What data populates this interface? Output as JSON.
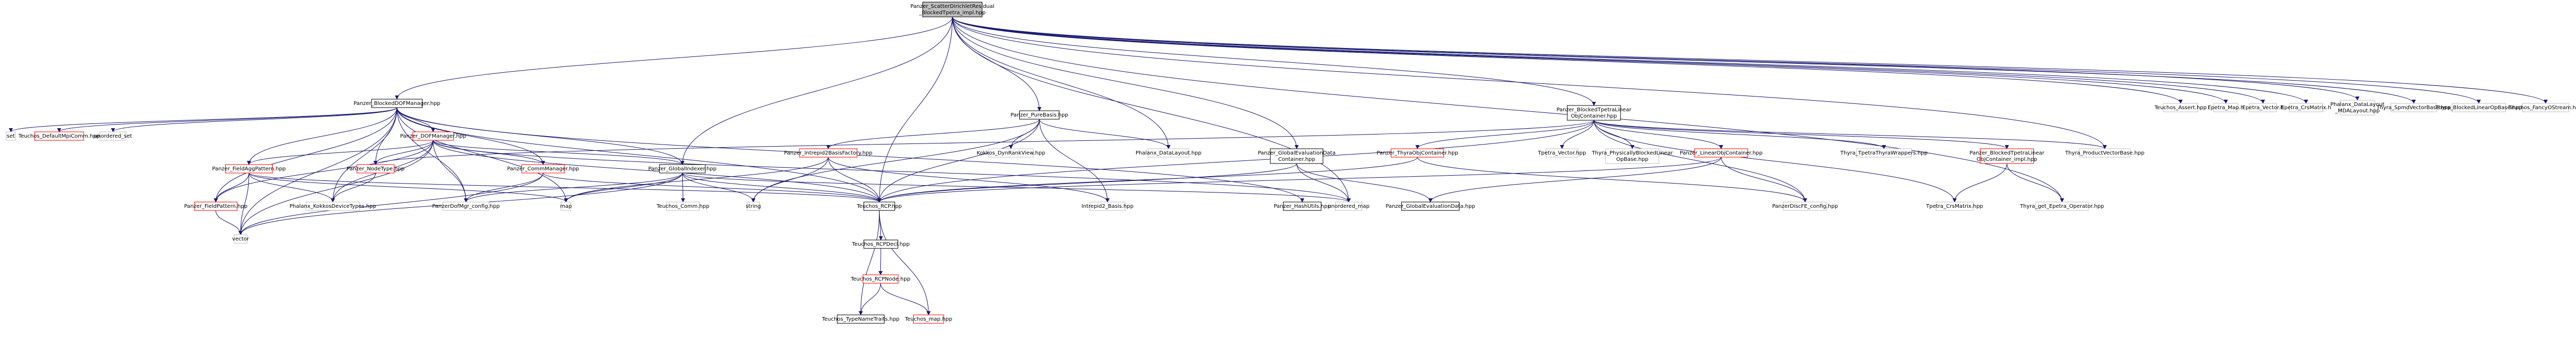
{
  "colors": {
    "root_fill": "#bfbfbf",
    "documented_border": "#000000",
    "undocumented_border": "#bfbfbf",
    "unavailable_border": "#ff0000",
    "node_fill": "#ffffff",
    "edge": "#191970",
    "text": "#000000"
  },
  "nodes": [
    {
      "id": "root",
      "lines": [
        "Panzer_ScatterDirichletResidual",
        "_BlockedTpetra_impl.hpp"
      ],
      "kind": "root"
    },
    {
      "id": "blockeddof",
      "lines": [
        "Panzer_BlockedDOFManager.hpp"
      ],
      "kind": "documented"
    },
    {
      "id": "set",
      "lines": [
        "set"
      ],
      "kind": "undocumented"
    },
    {
      "id": "defaultmpi",
      "lines": [
        "Teuchos_DefaultMpiComm.hpp"
      ],
      "kind": "unavailable"
    },
    {
      "id": "unordset",
      "lines": [
        "unordered_set"
      ],
      "kind": "undocumented"
    },
    {
      "id": "dofmgr",
      "lines": [
        "Panzer_DOFManager.hpp"
      ],
      "kind": "unavailable"
    },
    {
      "id": "fieldagg",
      "lines": [
        "Panzer_FieldAggPattern.hpp"
      ],
      "kind": "unavailable"
    },
    {
      "id": "nodetype",
      "lines": [
        "Panzer_NodeType.hpp"
      ],
      "kind": "unavailable"
    },
    {
      "id": "commmgr",
      "lines": [
        "Panzer_CommManager.hpp"
      ],
      "kind": "unavailable"
    },
    {
      "id": "fieldpattern",
      "lines": [
        "Panzer_FieldPattern.hpp"
      ],
      "kind": "unavailable"
    },
    {
      "id": "kokkosdev",
      "lines": [
        "Phalanx_KokkosDeviceTypes.hpp"
      ],
      "kind": "undocumented"
    },
    {
      "id": "dotmgconfig",
      "lines": [
        "PanzerDofMgr_config.hpp"
      ],
      "kind": "undocumented"
    },
    {
      "id": "vector",
      "lines": [
        "vector"
      ],
      "kind": "undocumented"
    },
    {
      "id": "globalindexer",
      "lines": [
        "Panzer_GlobalIndexer.hpp"
      ],
      "kind": "documented"
    },
    {
      "id": "map",
      "lines": [
        "map"
      ],
      "kind": "undocumented"
    },
    {
      "id": "teuchoscomm",
      "lines": [
        "Teuchos_Comm.hpp"
      ],
      "kind": "undocumented"
    },
    {
      "id": "string",
      "lines": [
        "string"
      ],
      "kind": "undocumented"
    },
    {
      "id": "rcp",
      "lines": [
        "Teuchos_RCP.hpp"
      ],
      "kind": "documented"
    },
    {
      "id": "rcpdecl",
      "lines": [
        "Teuchos_RCPDecl.hpp"
      ],
      "kind": "documented"
    },
    {
      "id": "rcpnode",
      "lines": [
        "Teuchos_RCPNode.hpp"
      ],
      "kind": "unavailable"
    },
    {
      "id": "typenametraits",
      "lines": [
        "Teuchos_TypeNameTraits.hpp"
      ],
      "kind": "documented"
    },
    {
      "id": "teuchosmap",
      "lines": [
        "Teuchos_map.hpp"
      ],
      "kind": "unavailable"
    },
    {
      "id": "purebasis",
      "lines": [
        "Panzer_PureBasis.hpp"
      ],
      "kind": "documented"
    },
    {
      "id": "intrepidfactory",
      "lines": [
        "Panzer_Intrepid2BasisFactory.hpp"
      ],
      "kind": "unavailable"
    },
    {
      "id": "kokkosdynrank",
      "lines": [
        "Kokkos_DynRankView.hpp"
      ],
      "kind": "undocumented"
    },
    {
      "id": "intrepidbasis",
      "lines": [
        "Intrepid2_Basis.hpp"
      ],
      "kind": "undocumented"
    },
    {
      "id": "phalanxlayout",
      "lines": [
        "Phalanx_DataLayout.hpp"
      ],
      "kind": "undocumented"
    },
    {
      "id": "globalevalcont",
      "lines": [
        "Panzer_GlobalEvaluationData",
        "Container.hpp"
      ],
      "kind": "documented"
    },
    {
      "id": "hashutils",
      "lines": [
        "Panzer_HashUtils.hpp"
      ],
      "kind": "documented"
    },
    {
      "id": "unordmap",
      "lines": [
        "unordered_map"
      ],
      "kind": "undocumented"
    },
    {
      "id": "globalevaldata",
      "lines": [
        "Panzer_GlobalEvaluationData.hpp"
      ],
      "kind": "documented"
    },
    {
      "id": "blockedtpetra",
      "lines": [
        "Panzer_BlockedTpetraLinear",
        "ObjContainer.hpp"
      ],
      "kind": "documented"
    },
    {
      "id": "thyraobj",
      "lines": [
        "Panzer_ThyraObjContainer.hpp"
      ],
      "kind": "unavailable"
    },
    {
      "id": "tpetravector",
      "lines": [
        "Tpetra_Vector.hpp"
      ],
      "kind": "undocumented"
    },
    {
      "id": "thyraphys",
      "lines": [
        "Thyra_PhysicallyBlockedLinear",
        "OpBase.hpp"
      ],
      "kind": "undocumented"
    },
    {
      "id": "linearobj",
      "lines": [
        "Panzer_LinearObjContainer.hpp"
      ],
      "kind": "unavailable"
    },
    {
      "id": "discfeconfig",
      "lines": [
        "PanzerDiscFE_config.hpp"
      ],
      "kind": "undocumented"
    },
    {
      "id": "thyrawrappers",
      "lines": [
        "Thyra_TpetraThyraWrappers.hpp"
      ],
      "kind": "undocumented"
    },
    {
      "id": "tpetracrs",
      "lines": [
        "Tpetra_CrsMatrix.hpp"
      ],
      "kind": "undocumented"
    },
    {
      "id": "blockedtpetraimpl",
      "lines": [
        "Panzer_BlockedTpetraLinear",
        "ObjContainer_impl.hpp"
      ],
      "kind": "unavailable"
    },
    {
      "id": "thyraproduct",
      "lines": [
        "Thyra_ProductVectorBase.hpp"
      ],
      "kind": "undocumented"
    },
    {
      "id": "thyragetepetra",
      "lines": [
        "Thyra_get_Epetra_Operator.hpp"
      ],
      "kind": "undocumented"
    },
    {
      "id": "teuchosasset",
      "lines": [
        "Teuchos_Assert.hpp"
      ],
      "kind": "undocumented"
    },
    {
      "id": "epetramap",
      "lines": [
        "Epetra_Map.h"
      ],
      "kind": "undocumented"
    },
    {
      "id": "epetravector",
      "lines": [
        "Epetra_Vector.h"
      ],
      "kind": "undocumented"
    },
    {
      "id": "epetracrs",
      "lines": [
        "Epetra_CrsMatrix.h"
      ],
      "kind": "undocumented"
    },
    {
      "id": "phalanxmda",
      "lines": [
        "Phalanx_DataLayout",
        "_MDALayout.hpp"
      ],
      "kind": "undocumented"
    },
    {
      "id": "thyraspmd",
      "lines": [
        "Thyra_SpmdVectorBase.hpp"
      ],
      "kind": "undocumented"
    },
    {
      "id": "thyrablockedop",
      "lines": [
        "Thyra_BlockedLinearOpBase.hpp"
      ],
      "kind": "undocumented"
    },
    {
      "id": "fancyostream",
      "lines": [
        "Teuchos_FancyOStream.hpp"
      ],
      "kind": "undocumented"
    }
  ]
}
